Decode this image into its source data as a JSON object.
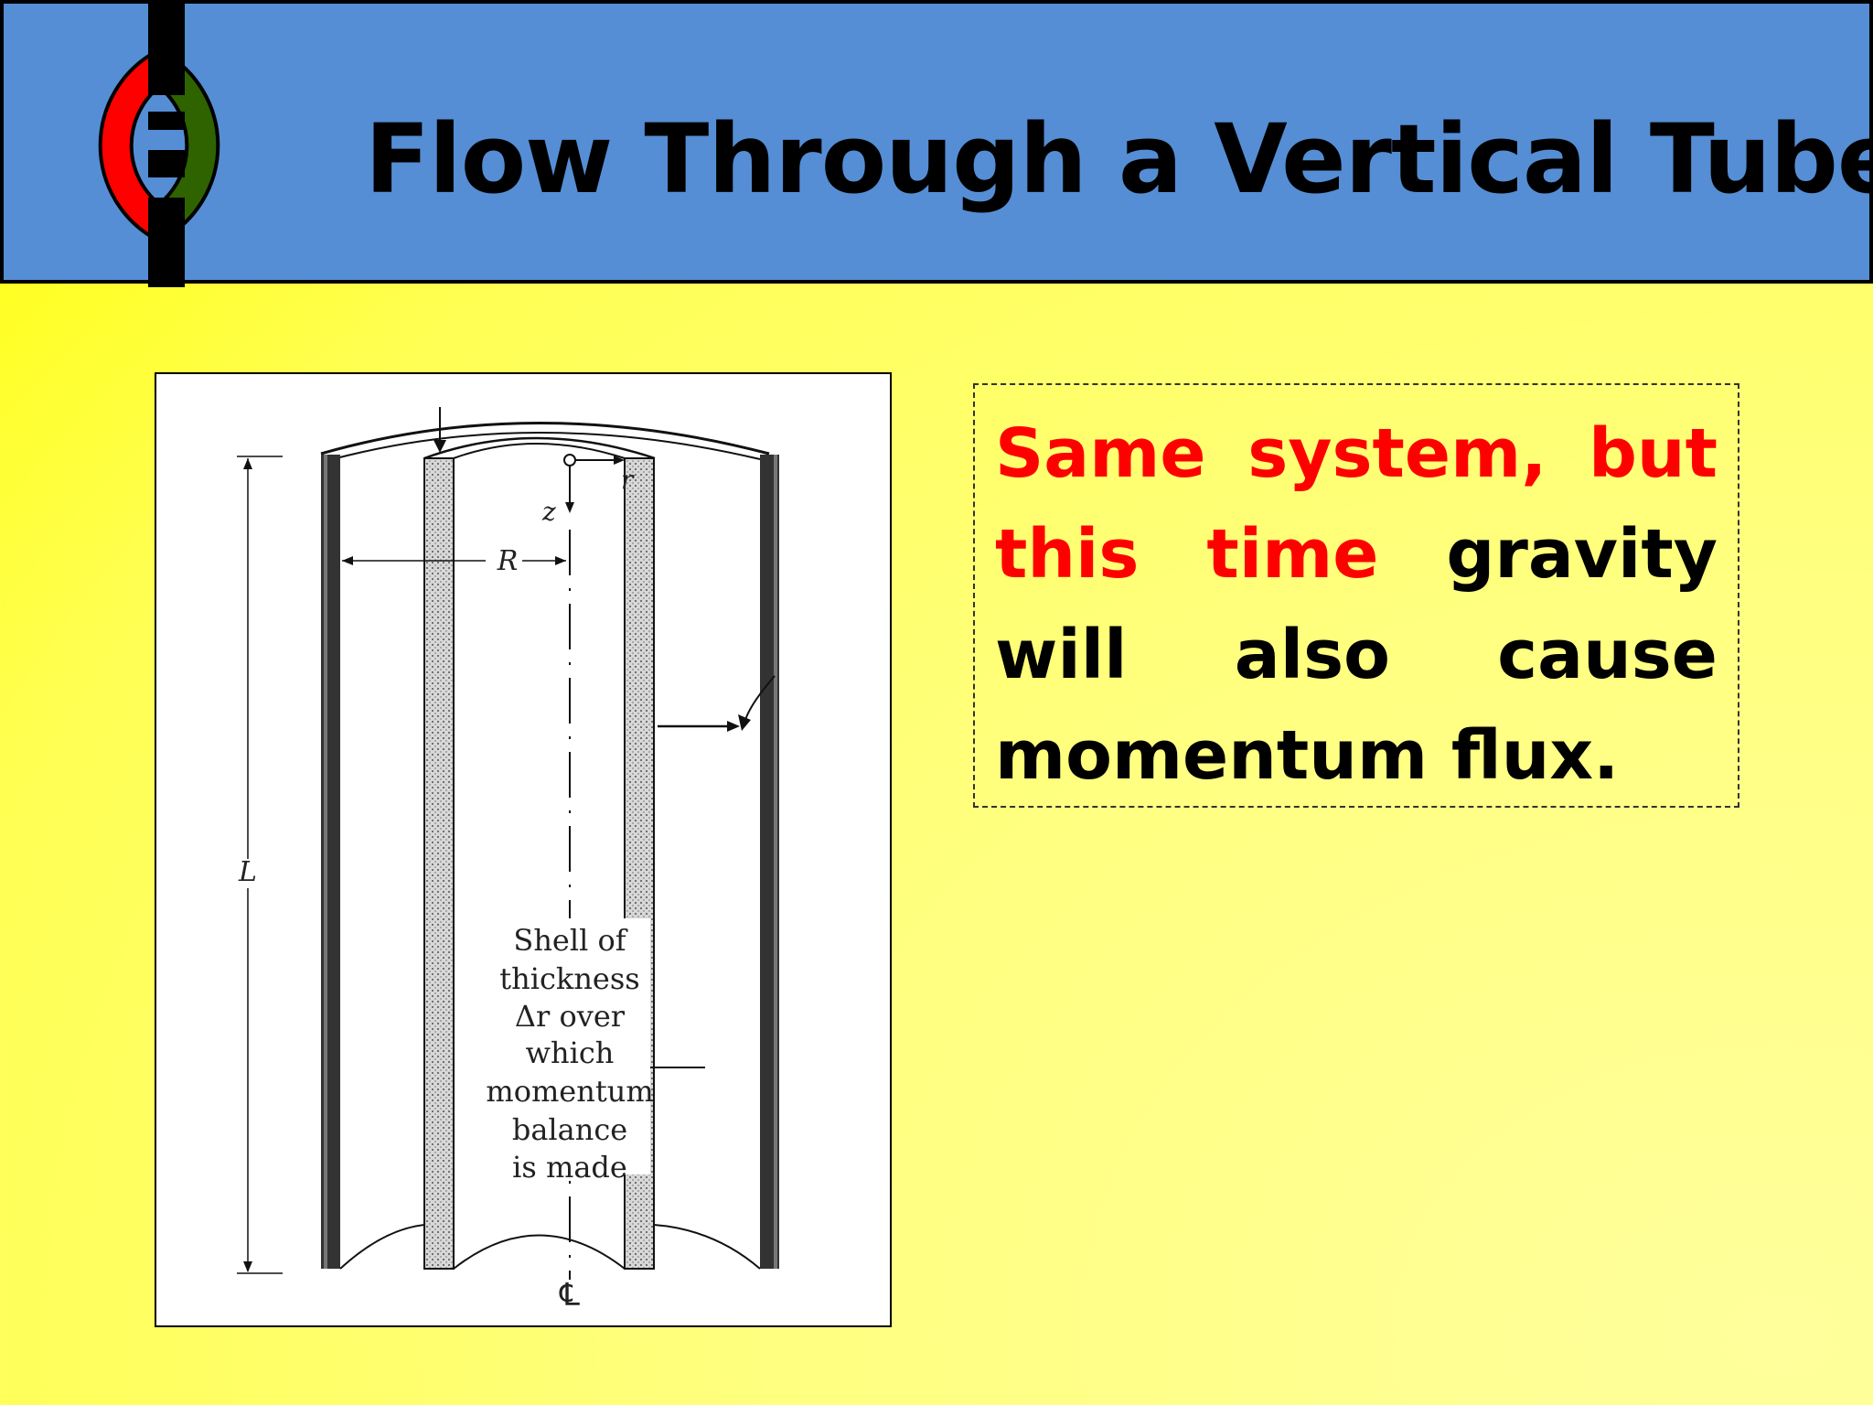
{
  "slide": {
    "title": "Flow Through a Vertical Tube"
  },
  "logo": {
    "colors": {
      "left_arc": "#ff0000",
      "right_arc": "#2f6300",
      "bar": "#000000"
    }
  },
  "figure": {
    "labels": {
      "r_axis": "r",
      "z_axis": "z",
      "radius": "R",
      "length": "L",
      "centerline": "℄",
      "shell_note": [
        "Shell of",
        "thickness",
        "Δr over",
        "which",
        "momentum",
        "balance",
        "is made"
      ]
    }
  },
  "textbox": {
    "red_part": "Same system, but this time",
    "black_part": "gravity will also cause momentum flux."
  },
  "colors": {
    "header_bg": "#558ed5",
    "highlight_red": "#ff0000",
    "background_yellow": "#ffff00"
  }
}
